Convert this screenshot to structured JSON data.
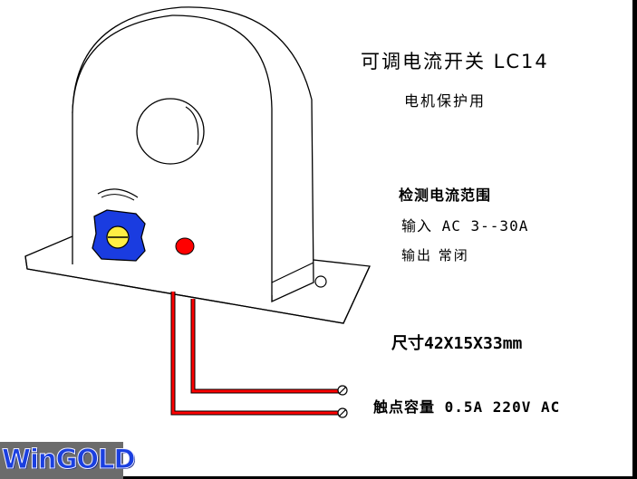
{
  "title": "可调电流开关 LC14",
  "subtitle": "电机保护用",
  "range_heading": "检测电流范围",
  "spec_input": "输入 AC 3--30A",
  "spec_output": "输出 常闭",
  "dimensions": "尺寸42X15X33mm",
  "contact_rating": "触点容量 0.5A 220V AC",
  "logo_text": "WinGOLD",
  "colors": {
    "background": "#000000",
    "panel": "#ffffff",
    "lead_wire": "#ff0000",
    "potentiometer": "#1a3ce0",
    "screw": "#ffee44",
    "indicator_led": "#ff0000",
    "logo_text": "#1a3fe0",
    "logo_background": "#6c6c6c"
  }
}
